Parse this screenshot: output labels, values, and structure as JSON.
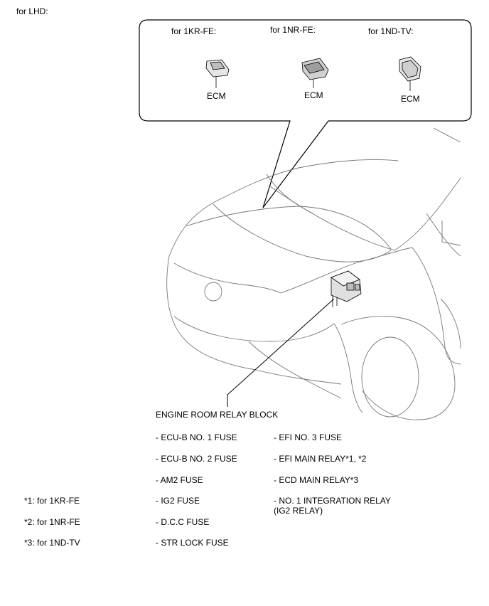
{
  "header": {
    "label": "for LHD:"
  },
  "callout": {
    "variants": [
      {
        "title": "for 1KR-FE:",
        "part": "ECM"
      },
      {
        "title": "for 1NR-FE:",
        "part": "ECM"
      },
      {
        "title": "for 1ND-TV:",
        "part": "ECM"
      }
    ]
  },
  "relay_block": {
    "title": "ENGINE ROOM RELAY BLOCK",
    "left_items": [
      "- ECU-B NO. 1 FUSE",
      "- ECU-B NO. 2 FUSE",
      "- AM2 FUSE",
      "- IG2 FUSE",
      "- D.C.C FUSE",
      "- STR LOCK FUSE"
    ],
    "right_items": [
      "- EFI NO. 3 FUSE",
      "- EFI MAIN RELAY*1, *2",
      "- ECD MAIN RELAY*3",
      "- NO. 1 INTEGRATION RELAY (IG2 RELAY)"
    ]
  },
  "footnotes": [
    "*1: for 1KR-FE",
    "*2: for 1NR-FE",
    "*3: for 1ND-TV"
  ]
}
